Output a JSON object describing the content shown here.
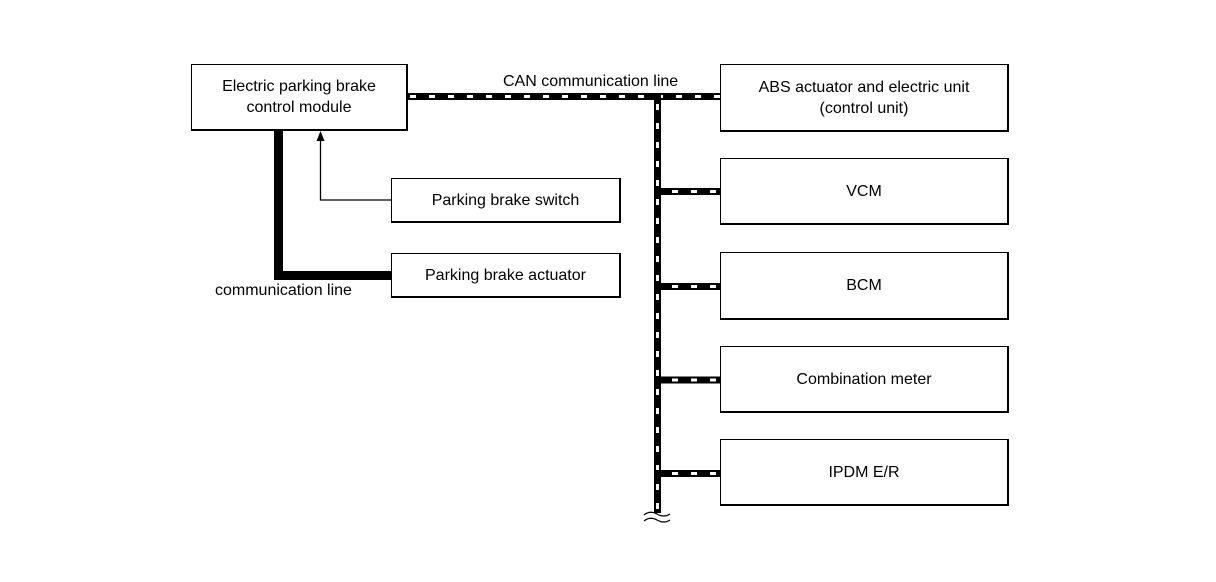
{
  "diagram": {
    "modules": {
      "epb_control": {
        "line1": "Electric parking brake",
        "line2": "control module"
      },
      "abs": {
        "line1": "ABS actuator and electric unit",
        "line2": "(control unit)"
      },
      "vcm": {
        "label": "VCM"
      },
      "bcm": {
        "label": "BCM"
      },
      "meter": {
        "label": "Combination meter"
      },
      "ipdm": {
        "label": "IPDM E/R"
      },
      "switch": {
        "label": "Parking brake switch"
      },
      "actuator": {
        "label": "Parking brake actuator"
      }
    },
    "labels": {
      "can_line": "CAN communication line",
      "comm_line": "communication line"
    },
    "connections": [
      {
        "from": "Electric parking brake control module",
        "to": "ABS actuator and electric unit",
        "type": "CAN bus"
      },
      {
        "from": "CAN bus",
        "to": "VCM",
        "type": "CAN bus"
      },
      {
        "from": "CAN bus",
        "to": "BCM",
        "type": "CAN bus"
      },
      {
        "from": "CAN bus",
        "to": "Combination meter",
        "type": "CAN bus"
      },
      {
        "from": "CAN bus",
        "to": "IPDM E/R",
        "type": "CAN bus"
      },
      {
        "from": "Parking brake switch",
        "to": "Electric parking brake control module",
        "type": "signal arrow"
      },
      {
        "from": "Electric parking brake control module",
        "to": "Parking brake actuator",
        "type": "communication line"
      }
    ]
  }
}
